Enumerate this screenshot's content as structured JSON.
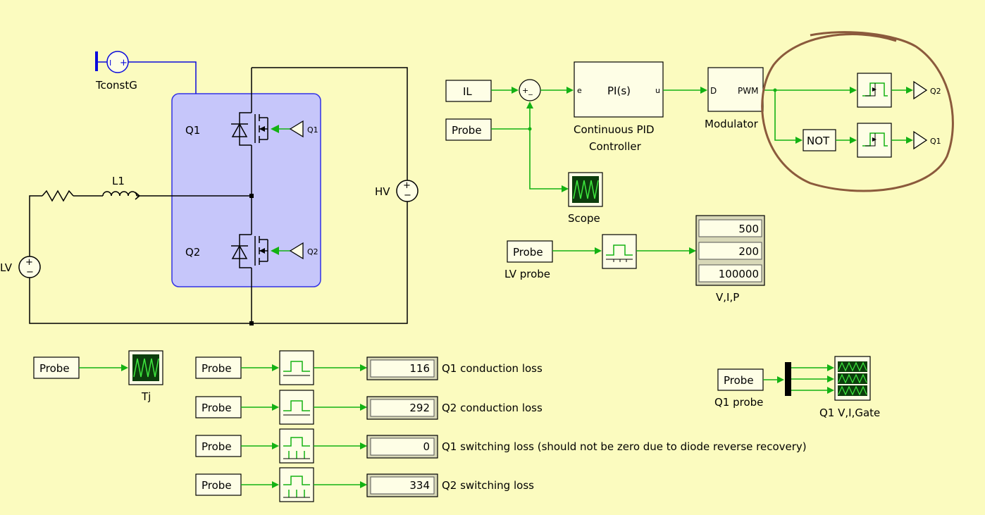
{
  "circuit": {
    "tconst_label": "TconstG",
    "q1_label": "Q1",
    "q2_label": "Q2",
    "q1_gate_label": "Q1",
    "q2_gate_label": "Q2",
    "inductor_label": "L1",
    "hv_label": "HV",
    "lv_label": "LV"
  },
  "control": {
    "il_probe": "IL",
    "probe_label": "Probe",
    "sum_signs": "+_",
    "pi_label": "PI(s)",
    "pi_in": "e",
    "pi_out": "u",
    "pid_caption_1": "Continuous PID",
    "pid_caption_2": "Controller",
    "mod_in": "D",
    "mod_out": "PWM",
    "mod_caption": "Modulator",
    "not_label": "NOT",
    "out_q2": "Q2",
    "out_q1": "Q1",
    "scope_caption": "Scope"
  },
  "lv_meas": {
    "probe_label": "Probe",
    "caption": "LV probe",
    "values": [
      "500",
      "200",
      "100000"
    ],
    "display_caption": "V,I,P"
  },
  "tj": {
    "probe_label": "Probe",
    "caption": "Tj"
  },
  "losses": [
    {
      "probe": "Probe",
      "value": "116",
      "label": "Q1 conduction loss"
    },
    {
      "probe": "Probe",
      "value": "292",
      "label": "Q2 conduction loss"
    },
    {
      "probe": "Probe",
      "value": "0",
      "label": "Q1 switching loss (should not be zero due to diode reverse recovery)"
    },
    {
      "probe": "Probe",
      "value": "334",
      "label": "Q2 switching loss"
    }
  ],
  "q1probe": {
    "probe_label": "Probe",
    "caption": "Q1 probe",
    "scope_caption": "Q1 V,I,Gate"
  },
  "colors": {
    "background": "#fbfbbf",
    "wire_green": "#13b213",
    "block_fill": "#fefee6",
    "subsystem_fill": "#c6c6fa",
    "annotation_brown": "#8b5a3c"
  }
}
